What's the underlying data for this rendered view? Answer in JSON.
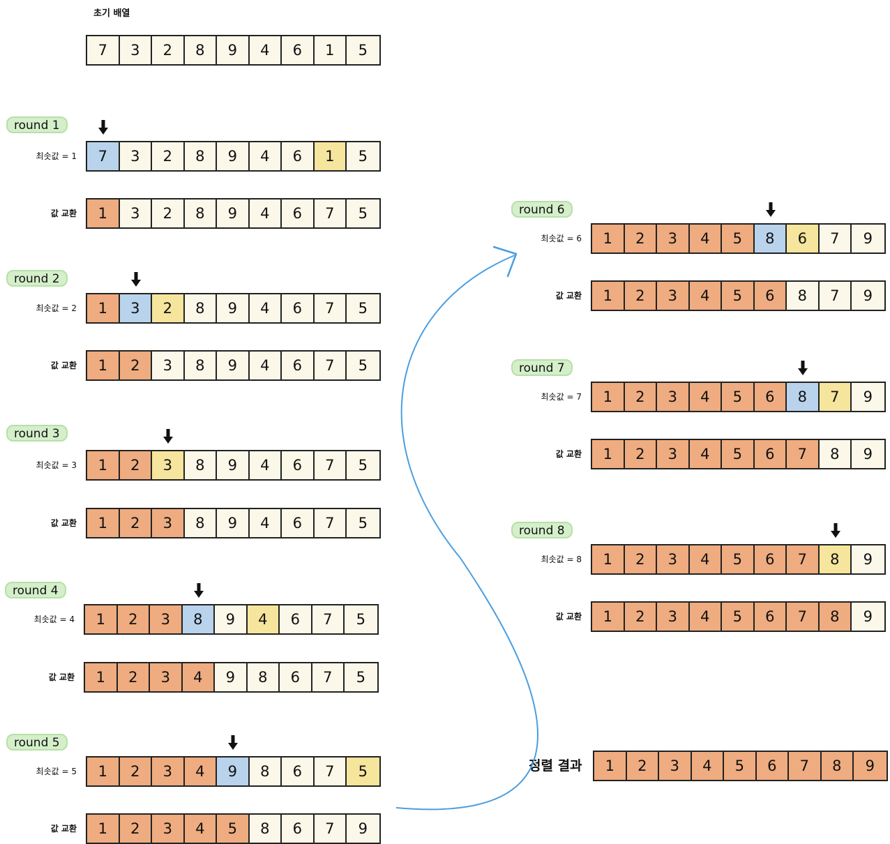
{
  "initial": {
    "label": "초기 배열",
    "values": [
      "7",
      "3",
      "2",
      "8",
      "9",
      "4",
      "6",
      "1",
      "5"
    ]
  },
  "labels": {
    "min_prefix": "최솟값 = ",
    "swap": "값 교환",
    "result": "정렬 결과"
  },
  "colors": {
    "sorted": "#eeac80",
    "current": "#b9d3ec",
    "min": "#f5e59d",
    "unsorted": "#fbf8e9",
    "badge": "#d4efca",
    "arrow": "#4a9ee0"
  },
  "icons": {
    "pointer": "down-arrow-icon",
    "flow": "curved-arrow-icon"
  },
  "rounds": [
    {
      "label": "round 1",
      "min_value": "1",
      "before": {
        "values": [
          "7",
          "3",
          "2",
          "8",
          "9",
          "4",
          "6",
          "1",
          "5"
        ],
        "sorted_count": 0,
        "current": 0,
        "min_index": 7
      },
      "after": {
        "values": [
          "1",
          "3",
          "2",
          "8",
          "9",
          "4",
          "6",
          "7",
          "5"
        ],
        "sorted_count": 1
      }
    },
    {
      "label": "round 2",
      "min_value": "2",
      "before": {
        "values": [
          "1",
          "3",
          "2",
          "8",
          "9",
          "4",
          "6",
          "7",
          "5"
        ],
        "sorted_count": 1,
        "current": 1,
        "min_index": 2
      },
      "after": {
        "values": [
          "1",
          "2",
          "3",
          "8",
          "9",
          "4",
          "6",
          "7",
          "5"
        ],
        "sorted_count": 2
      }
    },
    {
      "label": "round 3",
      "min_value": "3",
      "before": {
        "values": [
          "1",
          "2",
          "3",
          "8",
          "9",
          "4",
          "6",
          "7",
          "5"
        ],
        "sorted_count": 2,
        "current": 2,
        "min_index": 2
      },
      "after": {
        "values": [
          "1",
          "2",
          "3",
          "8",
          "9",
          "4",
          "6",
          "7",
          "5"
        ],
        "sorted_count": 3
      }
    },
    {
      "label": "round 4",
      "min_value": "4",
      "before": {
        "values": [
          "1",
          "2",
          "3",
          "8",
          "9",
          "4",
          "6",
          "7",
          "5"
        ],
        "sorted_count": 3,
        "current": 3,
        "min_index": 5
      },
      "after": {
        "values": [
          "1",
          "2",
          "3",
          "4",
          "9",
          "8",
          "6",
          "7",
          "5"
        ],
        "sorted_count": 4
      }
    },
    {
      "label": "round 5",
      "min_value": "5",
      "before": {
        "values": [
          "1",
          "2",
          "3",
          "4",
          "9",
          "8",
          "6",
          "7",
          "5"
        ],
        "sorted_count": 4,
        "current": 4,
        "min_index": 8
      },
      "after": {
        "values": [
          "1",
          "2",
          "3",
          "4",
          "5",
          "8",
          "6",
          "7",
          "9"
        ],
        "sorted_count": 5
      }
    },
    {
      "label": "round 6",
      "min_value": "6",
      "before": {
        "values": [
          "1",
          "2",
          "3",
          "4",
          "5",
          "8",
          "6",
          "7",
          "9"
        ],
        "sorted_count": 5,
        "current": 5,
        "min_index": 6
      },
      "after": {
        "values": [
          "1",
          "2",
          "3",
          "4",
          "5",
          "6",
          "8",
          "7",
          "9"
        ],
        "sorted_count": 6
      }
    },
    {
      "label": "round 7",
      "min_value": "7",
      "before": {
        "values": [
          "1",
          "2",
          "3",
          "4",
          "5",
          "6",
          "8",
          "7",
          "9"
        ],
        "sorted_count": 6,
        "current": 6,
        "min_index": 7
      },
      "after": {
        "values": [
          "1",
          "2",
          "3",
          "4",
          "5",
          "6",
          "7",
          "8",
          "9"
        ],
        "sorted_count": 7
      }
    },
    {
      "label": "round 8",
      "min_value": "8",
      "before": {
        "values": [
          "1",
          "2",
          "3",
          "4",
          "5",
          "6",
          "7",
          "8",
          "9"
        ],
        "sorted_count": 7,
        "current": 7,
        "min_index": 7
      },
      "after": {
        "values": [
          "1",
          "2",
          "3",
          "4",
          "5",
          "6",
          "7",
          "8",
          "9"
        ],
        "sorted_count": 8
      }
    }
  ],
  "result": {
    "values": [
      "1",
      "2",
      "3",
      "4",
      "5",
      "6",
      "7",
      "8",
      "9"
    ],
    "sorted_count": 9
  }
}
